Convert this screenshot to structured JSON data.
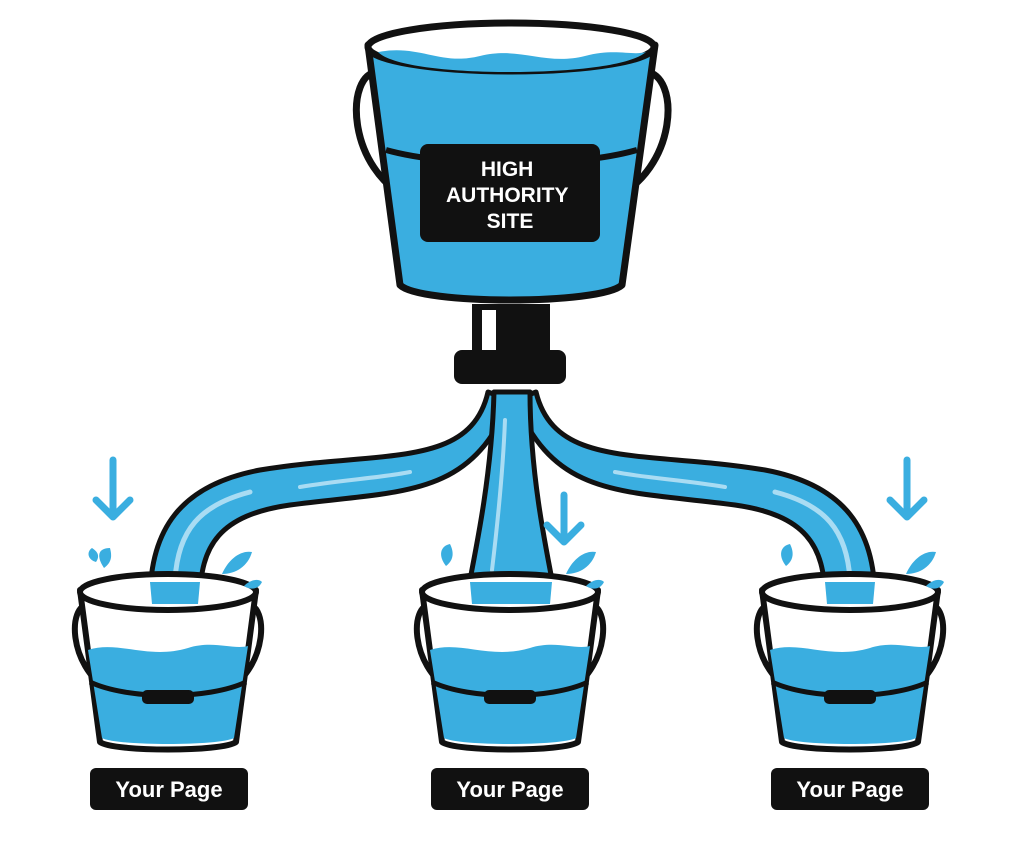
{
  "source": {
    "label_lines": [
      "HIGH",
      "AUTHORITY",
      "SITE"
    ]
  },
  "targets": [
    {
      "label": "Your Page"
    },
    {
      "label": "Your Page"
    },
    {
      "label": "Your Page"
    }
  ],
  "colors": {
    "water": "#3aaee0",
    "water_highlight": "#a9dcf3",
    "outline": "#111111",
    "label_bg": "#111111",
    "label_text": "#ffffff",
    "background": "#ffffff"
  },
  "icons": {
    "source": "bucket-icon",
    "target": "bucket-icon",
    "arrow": "down-arrow-icon",
    "splash": "water-splash-icon"
  }
}
